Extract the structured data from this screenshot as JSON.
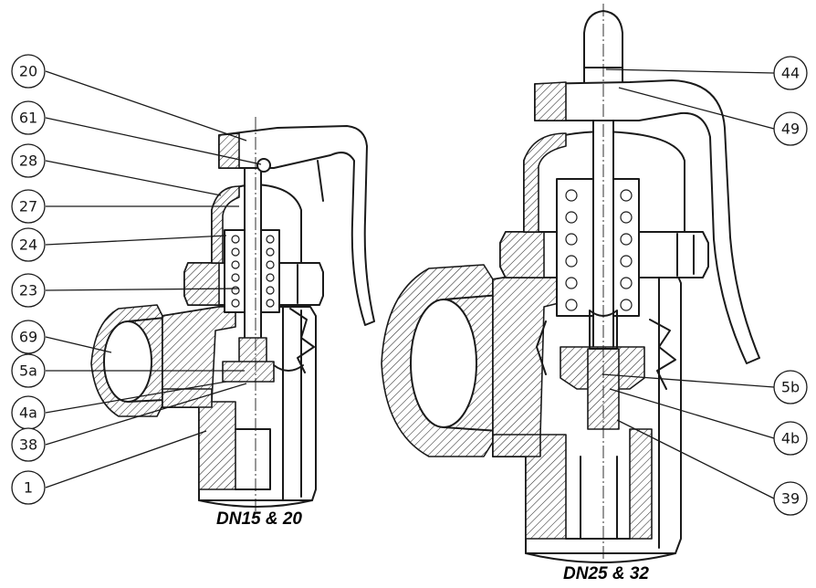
{
  "captions": {
    "small_valve": "DN15 & 20",
    "large_valve": "DN25 & 32"
  },
  "callouts": {
    "left": [
      "20",
      "61",
      "28",
      "27",
      "24",
      "23",
      "69",
      "5a",
      "4a",
      "38",
      "1"
    ],
    "right": [
      "44",
      "49",
      "5b",
      "4b",
      "39"
    ]
  }
}
